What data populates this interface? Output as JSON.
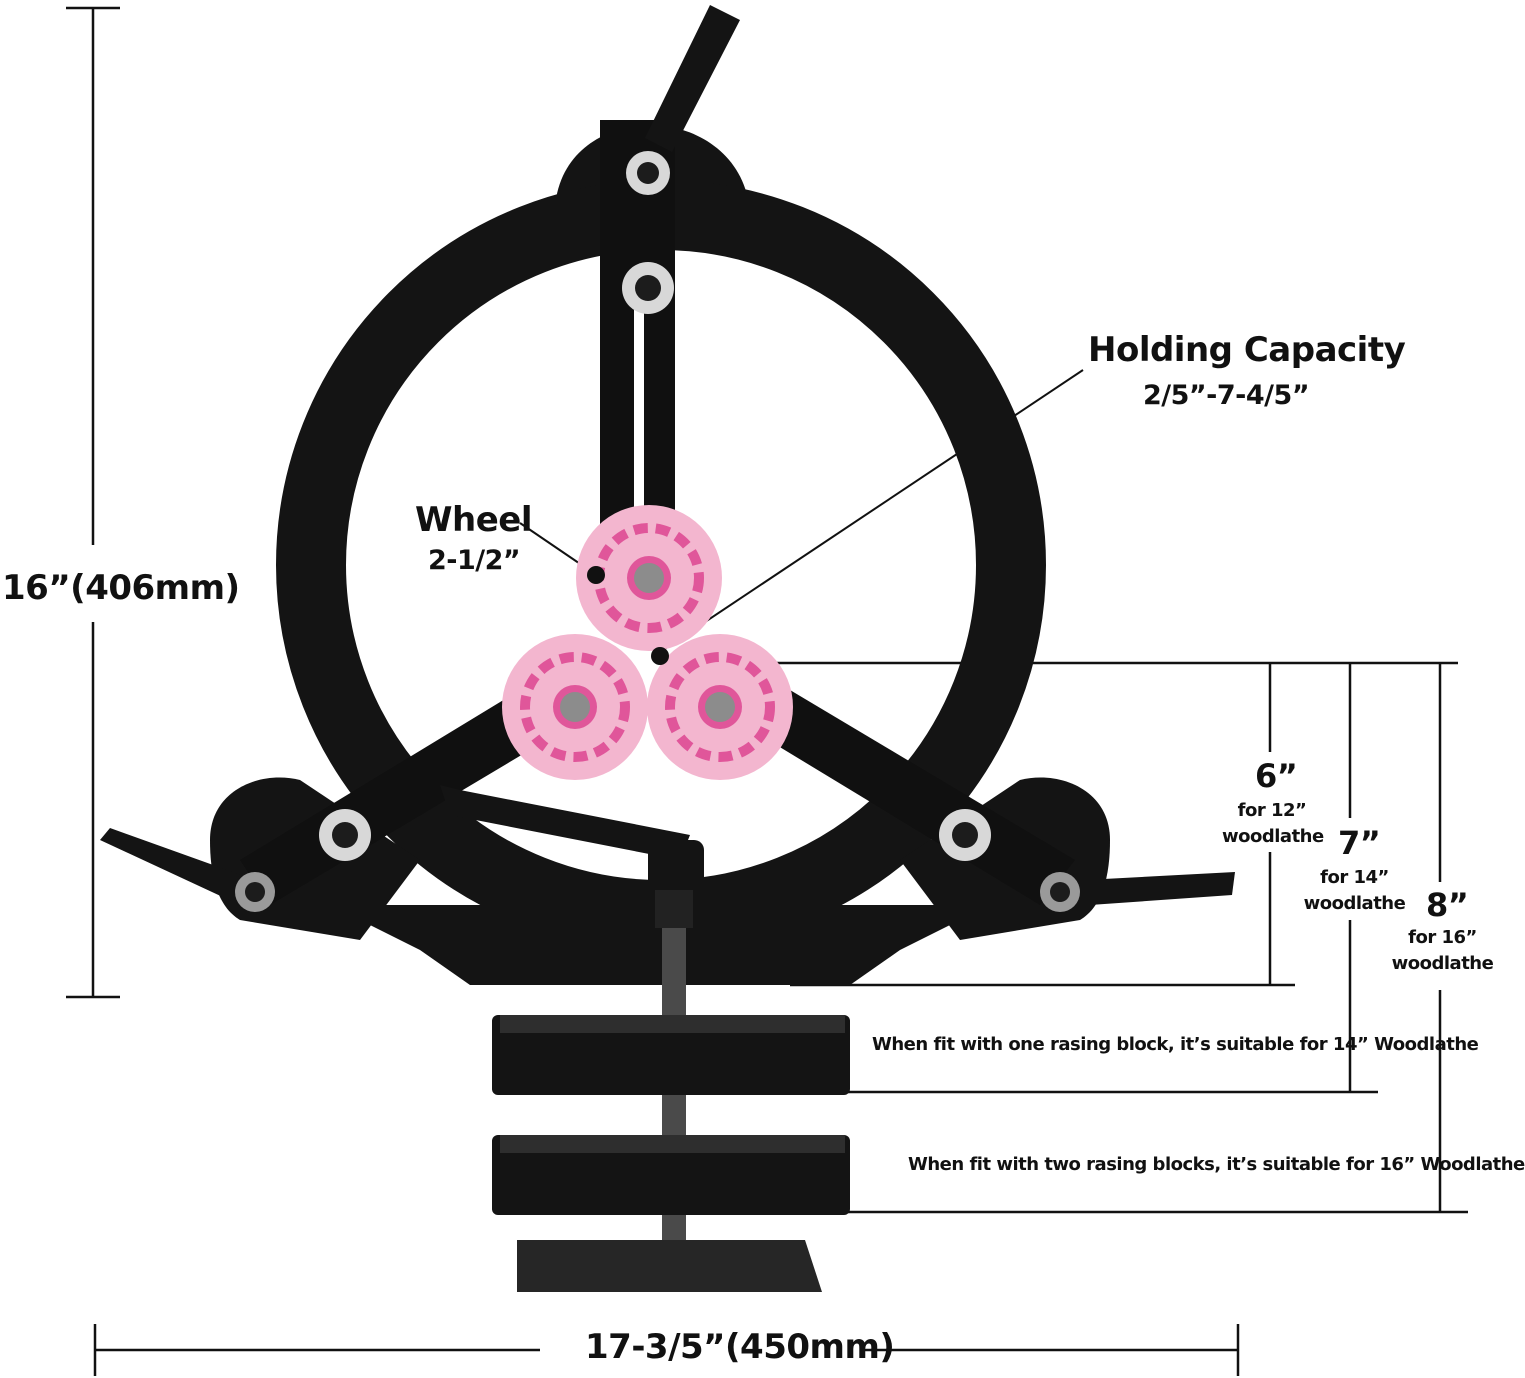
{
  "labels": {
    "height": "16”(406mm)",
    "width": "17-3/5”(450mm)",
    "capacity_title": "Holding Capacity",
    "capacity_value": "2/5”-7-4/5”",
    "wheel_title": "Wheel",
    "wheel_value": "2-1/2”",
    "dim6": "6”",
    "dim6_note1": "for 12”",
    "dim6_note2": "woodlathe",
    "dim7": "7”",
    "dim7_note1": "for 14”",
    "dim7_note2": "woodlathe",
    "dim8": "8”",
    "dim8_note1": "for 16”",
    "dim8_note2": "woodlathe",
    "one_block": "When fit with one rasing block, it’s suitable for 14” Woodlathe",
    "two_blocks": "When fit with two rasing blocks, it’s suitable for 16” Woodlathe"
  },
  "colors": {
    "steel": "#141414",
    "wheel": "#f3b6cf",
    "wheel_core": "#e0569a",
    "washer": "#d8d8d8",
    "line": "#111111"
  }
}
